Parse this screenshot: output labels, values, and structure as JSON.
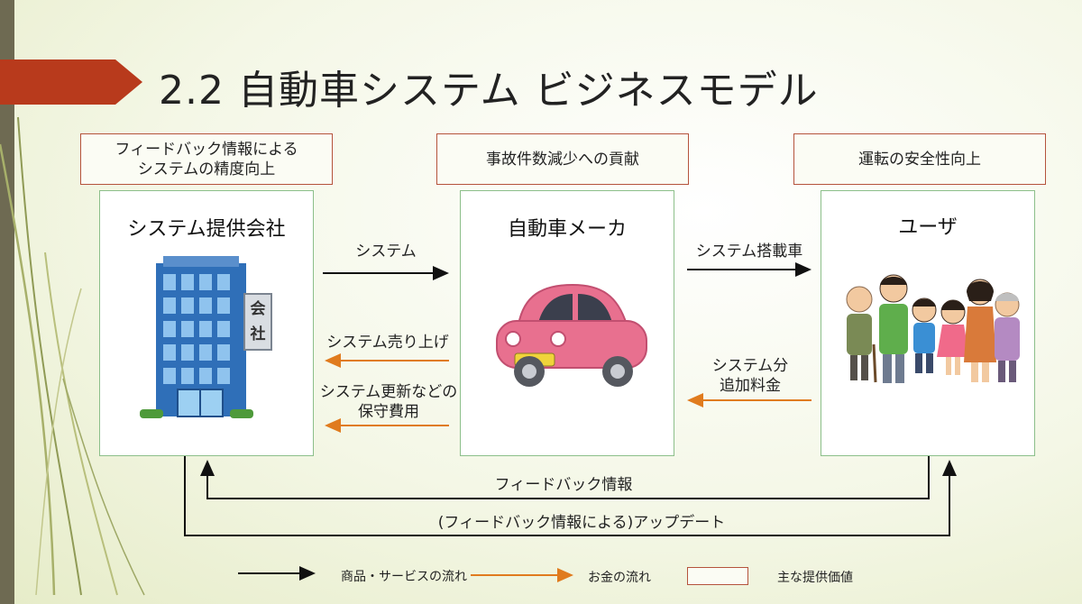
{
  "slide": {
    "title": "2.2 自動車システム ビジネスモデル"
  },
  "value_boxes": {
    "provider": "フィードバック情報による\nシステムの精度向上",
    "maker": "事故件数減少への貢献",
    "user": "運転の安全性向上"
  },
  "actors": {
    "provider": "システム提供会社",
    "maker": "自動車メーカ",
    "user": "ユーザ"
  },
  "building_sign": [
    "会",
    "社"
  ],
  "flows": {
    "system": "システム",
    "system_sales": "システム売り上げ",
    "maintenance": "システム更新などの\n保守費用",
    "system_installed_car": "システム搭載車",
    "additional_fee": "システム分\n追加料金",
    "feedback": "フィードバック情報",
    "update": "(フィードバック情報による)アップデート"
  },
  "legend": {
    "goods_flow": "商品・サービスの流れ",
    "money_flow": "お金の流れ",
    "value": "主な提供価値"
  },
  "colors": {
    "goods_arrow": "#111111",
    "money_arrow": "#e07b1e",
    "value_border": "#b5533c",
    "actor_border": "#8cbf8a",
    "title_arrow": "#b83a1c",
    "car_body": "#e8708f"
  }
}
